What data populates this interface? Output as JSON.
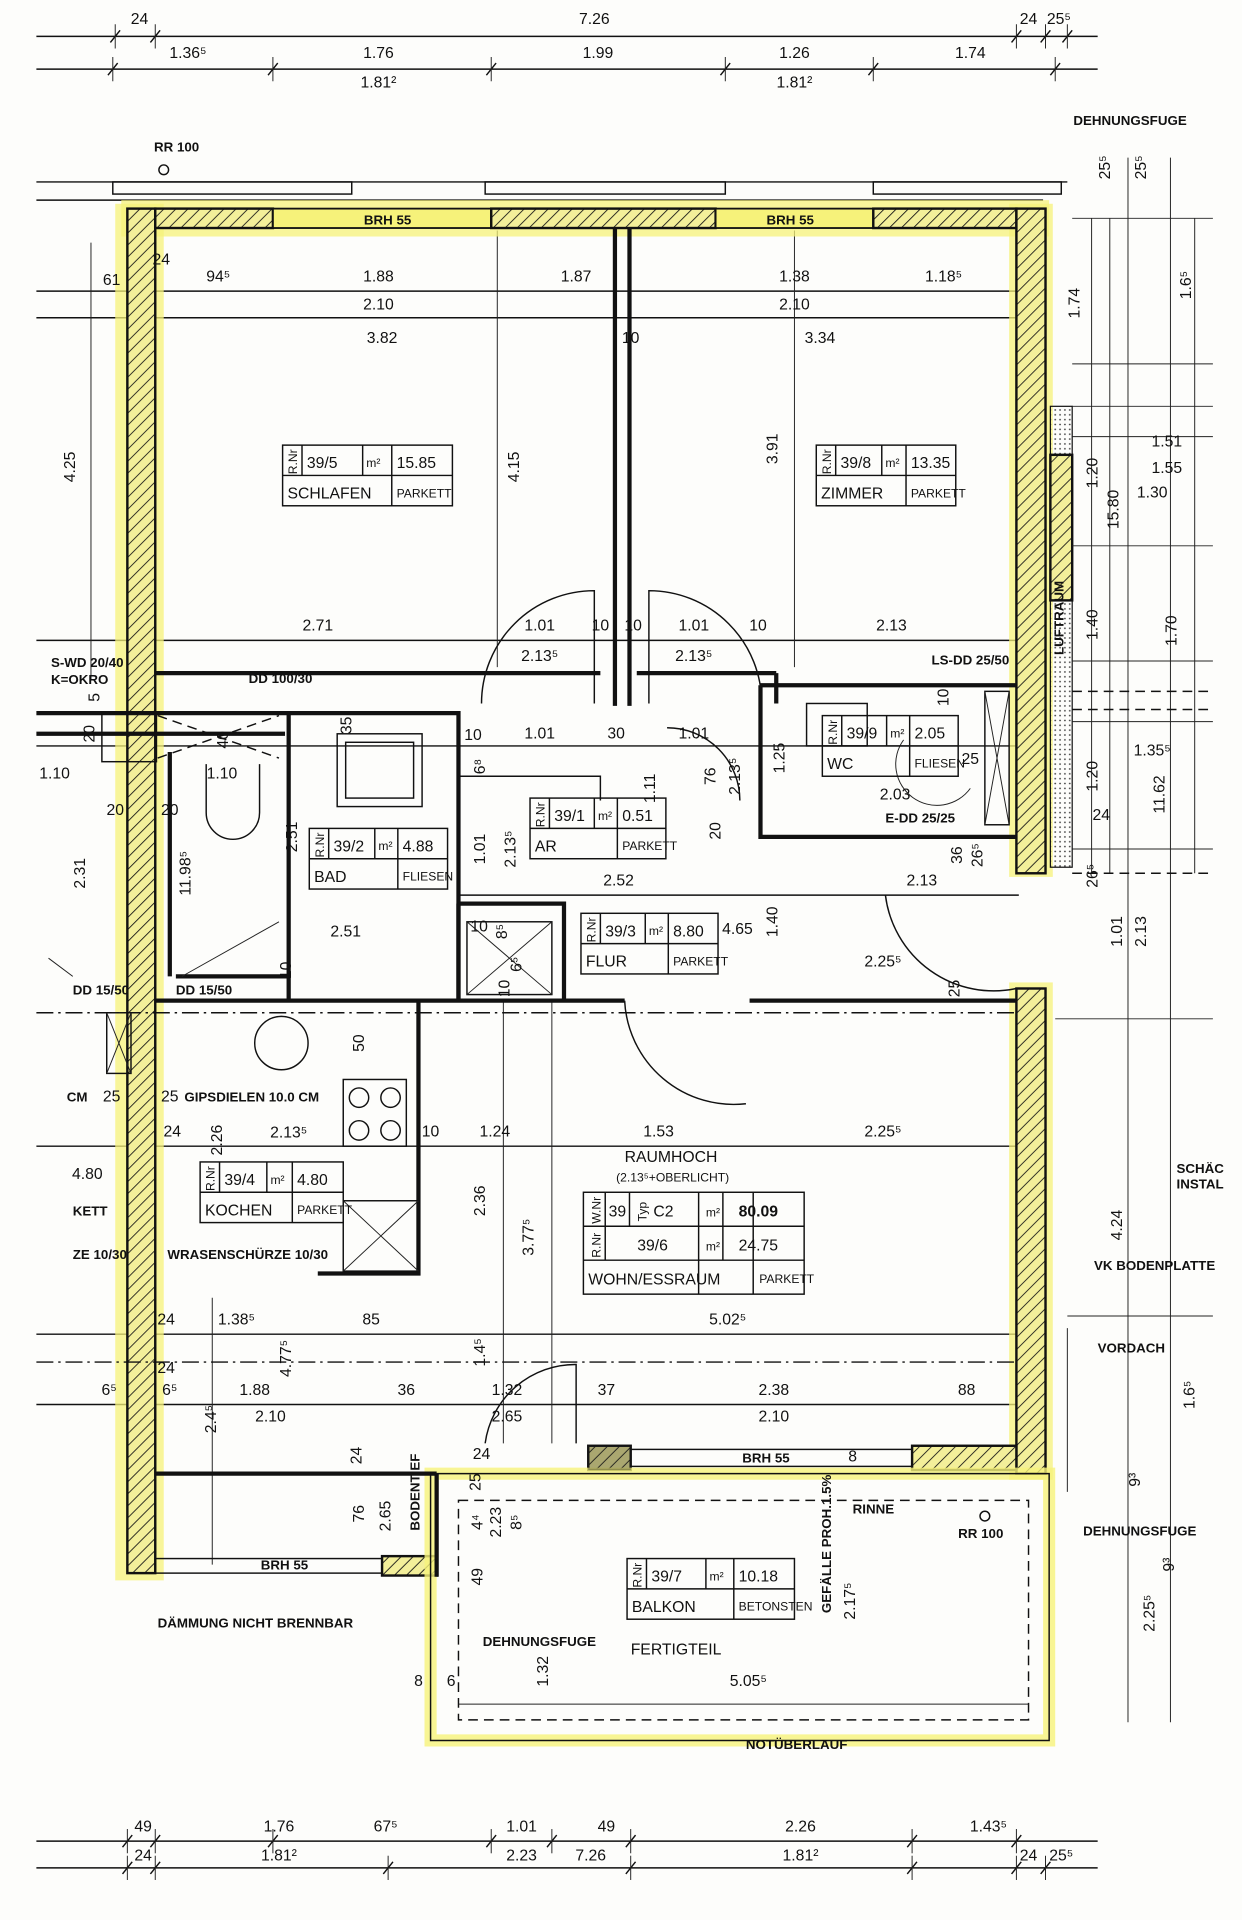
{
  "title_block": {},
  "colors": {
    "highlight": "#f6f27a",
    "line": "#111111",
    "paper": "#fdfdfb"
  },
  "dimensions": [
    "24",
    "7.26",
    "24",
    "25⁵",
    "1.36⁵",
    "1.76",
    "1.99",
    "1.26",
    "1.74",
    "1.81²",
    "1.81²",
    "25⁵",
    "25⁵",
    "61",
    "24",
    "94⁵",
    "1.88",
    "1.87",
    "1.38",
    "1.18⁵",
    "2.10",
    "2.10",
    "3.82",
    "10",
    "3.34",
    "4.25",
    "4.15",
    "3.91",
    "1.74",
    "1.6⁵",
    "2.71",
    "1.01",
    "2.13⁵",
    "10",
    "10",
    "1.01",
    "2.13⁵",
    "10",
    "2.13",
    "1.51",
    "1.55",
    "1.30",
    "1.20",
    "15.80",
    "1.40",
    "1.70",
    "1.35⁵",
    "1.20",
    "11.62",
    "24",
    "26⁵",
    "1.01",
    "2.13",
    "5",
    "20",
    "40",
    "1.10",
    "1.10",
    "20",
    "20",
    "2.31",
    "11.98⁵",
    "35",
    "2.51",
    "2.51",
    "10",
    "10",
    "6⁸",
    "1.01",
    "30",
    "1.01",
    "1.11",
    "76",
    "2.13⁵",
    "1.25",
    "10",
    "1.01",
    "2.13⁵",
    "2.52",
    "2.13",
    "20",
    "36",
    "26⁵",
    "4.65",
    "1.40",
    "2.25⁵",
    "25",
    "10",
    "8⁵",
    "6⁵",
    "10",
    "2.03",
    "25",
    "50",
    "25",
    "25",
    "24",
    "2.26",
    "2.13⁵",
    "10",
    "1.24",
    "1.53",
    "2.25⁵",
    "4.80",
    "2.36",
    "3.77⁵",
    "24",
    "1.38⁵",
    "85",
    "5.02⁵",
    "4.77⁵",
    "1.4⁵",
    "24",
    "6⁵",
    "6⁵",
    "1.88",
    "36",
    "1.32",
    "37",
    "2.38",
    "88",
    "2.10",
    "2.65",
    "2.10",
    "2.4⁵",
    "24",
    "24",
    "25",
    "8",
    "76",
    "2.65",
    "4⁴",
    "2.23",
    "8⁵",
    "9³",
    "9³",
    "1.6⁵",
    "4.24",
    "49",
    "1.32",
    "8",
    "6",
    "5.05⁵",
    "2.17⁵",
    "2.25⁵",
    "49",
    "1.76",
    "67⁵",
    "1.01",
    "49",
    "2.26",
    "1.43⁵",
    "24",
    "1.81²",
    "2.23",
    "7.26",
    "1.81²",
    "24",
    "25⁵"
  ],
  "notes": [
    "RR 100",
    "DEHNUNGSFUGE",
    "BRH 55",
    "BRH 55",
    "S-WD 20/40",
    "K=OKRO",
    "DD 100/30",
    "DD 15/50",
    "DD 15/50",
    "LS-DD 25/50",
    "E-DD 25/25",
    "LUFTRAUM",
    "GIPSDIELEN 10.0 CM",
    "CM",
    "KETT",
    "ZE 10/30",
    "WRASENSCHÜRZE 10/30",
    "RAUMHOCH",
    "(2.13⁵+OBERLICHT)",
    "BRH 55",
    "BODENTIEF",
    "RINNE",
    "RR 100",
    "DEHNUNGSFUGE",
    "VORDACH",
    "VK BODENPLATTE",
    "SCHÄC",
    "INSTAL",
    "BRH 55",
    "DÄMMUNG NICHT BRENNBAR",
    "DEHNUNGSFUGE",
    "FERTIGTEIL",
    "GEFÄLLE PROH.1.5%",
    "NOTÜBERLAUF"
  ],
  "rooms": [
    {
      "nr_label": "R.Nr",
      "nr": "39/5",
      "unit": "m²",
      "area": "15.85",
      "name": "SCHLAFEN",
      "floor": "PARKETT"
    },
    {
      "nr_label": "R.Nr",
      "nr": "39/8",
      "unit": "m²",
      "area": "13.35",
      "name": "ZIMMER",
      "floor": "PARKETT"
    },
    {
      "nr_label": "R.Nr",
      "nr": "39/9",
      "unit": "m²",
      "area": "2.05",
      "name": "WC",
      "floor": "FLIESEN"
    },
    {
      "nr_label": "R.Nr",
      "nr": "39/1",
      "unit": "m²",
      "area": "0.51",
      "name": "AR",
      "floor": "PARKETT"
    },
    {
      "nr_label": "R.Nr",
      "nr": "39/2",
      "unit": "m²",
      "area": "4.88",
      "name": "BAD",
      "floor": "FLIESEN"
    },
    {
      "nr_label": "R.Nr",
      "nr": "39/3",
      "unit": "m²",
      "area": "8.80",
      "name": "FLUR",
      "floor": "PARKETT"
    },
    {
      "nr_label": "R.Nr",
      "nr": "39/4",
      "unit": "m²",
      "area": "4.80",
      "name": "KOCHEN",
      "floor": "PARKETT"
    },
    {
      "nr_label": "R.Nr",
      "nr": "39/7",
      "unit": "m²",
      "area": "10.18",
      "name": "BALKON",
      "floor": "BETONSTEN"
    }
  ],
  "apartment": {
    "wnr_label": "W.Nr",
    "wnr": "39",
    "typ_label": "Typ",
    "typ": "C2",
    "unit": "m²",
    "total_area": "80.09",
    "nr_label": "R.Nr",
    "nr": "39/6",
    "area": "24.75",
    "name": "WOHN/ESSRAUM",
    "floor": "PARKETT"
  }
}
